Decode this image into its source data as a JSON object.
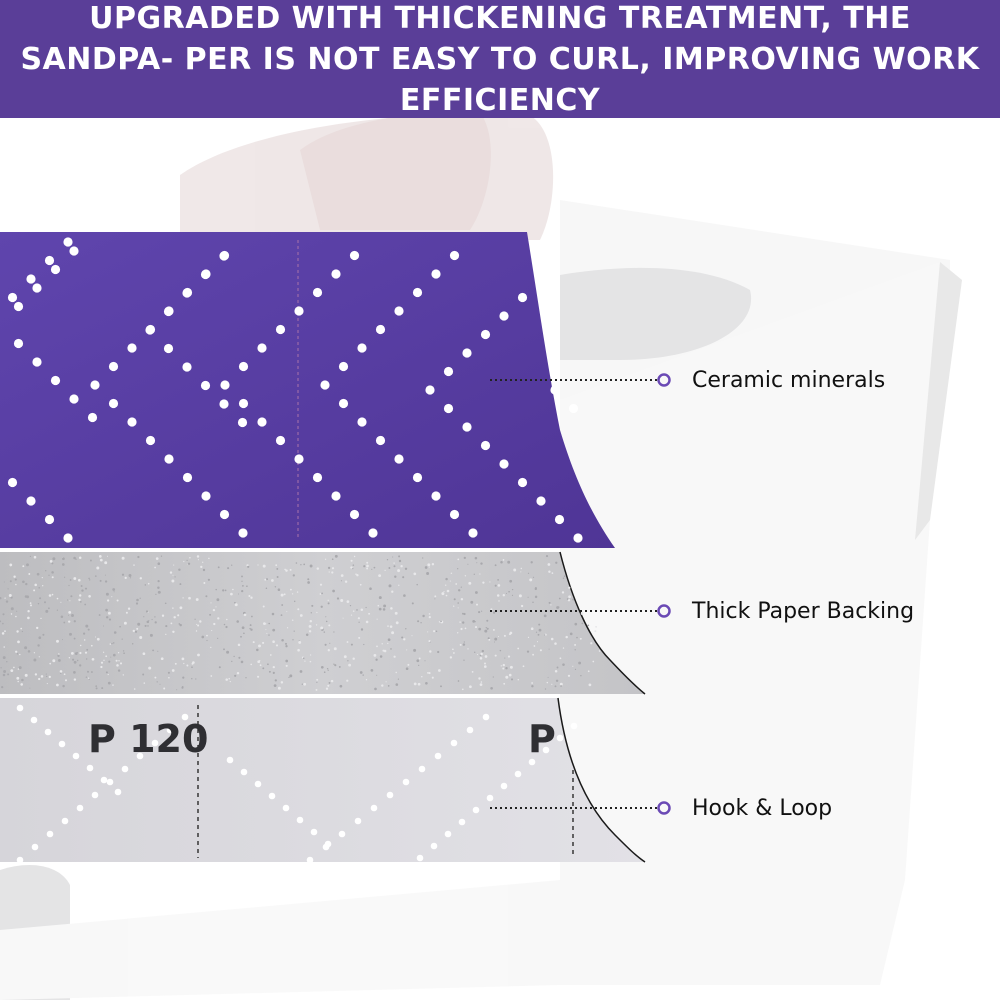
{
  "banner": {
    "headline": "UPGRADED WITH THICKENING TREATMENT, THE SANDPA- PER IS NOT EASY TO CURL, IMPROVING WORK EFFICIENCY",
    "background_color": "#5a3e98",
    "text_color": "#ffffff"
  },
  "layers": [
    {
      "label": "Ceramic minerals",
      "color": "#5a3fa8"
    },
    {
      "label": "Thick Paper Backing",
      "color": "#c6c6c8"
    },
    {
      "label": "Hook & Loop",
      "color": "#dedde2"
    }
  ],
  "hook_loop_print": {
    "grade_text": "P 120",
    "partial_text": "P"
  },
  "callout_marker_color": "#6b4ab5",
  "icons": {
    "callout_marker": "ring-marker-icon",
    "background": "sanding-block-hand-icon"
  }
}
